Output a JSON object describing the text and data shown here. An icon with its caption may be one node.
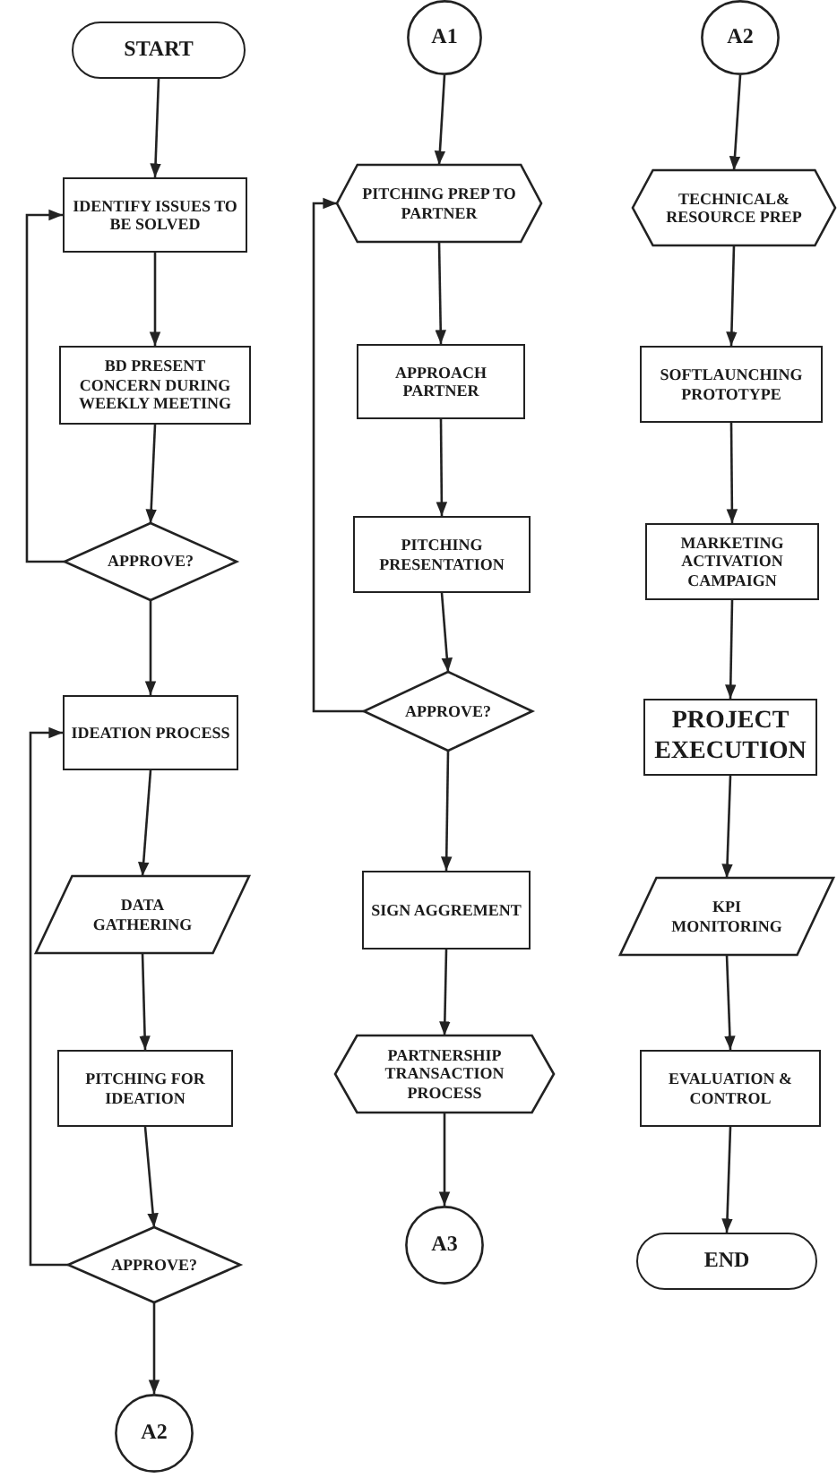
{
  "diagram": {
    "nodes": [
      {
        "text": [
          "START"
        ]
      },
      {
        "text": [
          "IDENTIFY ISSUES TO BE SOLVED"
        ]
      },
      {
        "text": [
          "BD PRESENT CONCERN DURING WEEKLY MEETING"
        ]
      },
      {
        "text": [
          "APPROVE?"
        ]
      },
      {
        "text": [
          "IDEATION PROCESS"
        ]
      },
      {
        "text": [
          "DATA GATHERING"
        ]
      },
      {
        "text": [
          "PITCHING FOR IDEATION"
        ]
      },
      {
        "text": [
          "APPROVE?"
        ]
      },
      {
        "text": [
          "A2"
        ]
      },
      {
        "text": [
          "A1"
        ]
      },
      {
        "text": [
          "PITCHING PREP TO PARTNER"
        ]
      },
      {
        "text": [
          "APPROACH PARTNER"
        ]
      },
      {
        "text": [
          "PITCHING PRESENTATION"
        ]
      },
      {
        "text": [
          "APPROVE?"
        ]
      },
      {
        "text": [
          "SIGN AGGREMENT"
        ]
      },
      {
        "text": [
          "PARTNERSHIP TRANSACTION PROCESS"
        ]
      },
      {
        "text": [
          "A3"
        ]
      },
      {
        "text": [
          "A2"
        ]
      },
      {
        "text": [
          "TECHNICAL& RESOURCE PREP"
        ]
      },
      {
        "text": [
          "SOFTLAUNCHING PROTOTYPE"
        ]
      },
      {
        "text": [
          "MARKETING ACTIVATION CAMPAIGN"
        ]
      },
      {
        "text": [
          "PROJECT EXECUTION"
        ]
      },
      {
        "text": [
          "KPI MONITORING"
        ]
      },
      {
        "text": [
          "EVALUATION & CONTROL"
        ]
      },
      {
        "text": [
          "END"
        ]
      }
    ],
    "edges": [
      {
        "from": 0,
        "to": 1,
        "arrow": "to"
      },
      {
        "from": 1,
        "to": 2,
        "arrow": "to"
      },
      {
        "from": 2,
        "to": 3,
        "arrow": "to"
      },
      {
        "from": 3,
        "to": 1,
        "arrow": "to"
      },
      {
        "from": 3,
        "to": 4,
        "arrow": "to"
      },
      {
        "from": 4,
        "to": 5,
        "arrow": "to"
      },
      {
        "from": 5,
        "to": 6,
        "arrow": "to"
      },
      {
        "from": 6,
        "to": 7,
        "arrow": "to"
      },
      {
        "from": 7,
        "to": 4,
        "arrow": "to"
      },
      {
        "from": 7,
        "to": 8,
        "arrow": "to"
      },
      {
        "from": 9,
        "to": 10,
        "arrow": "to"
      },
      {
        "from": 10,
        "to": 11,
        "arrow": "to"
      },
      {
        "from": 11,
        "to": 12,
        "arrow": "to"
      },
      {
        "from": 12,
        "to": 13,
        "arrow": "to"
      },
      {
        "from": 13,
        "to": 10,
        "arrow": "to"
      },
      {
        "from": 13,
        "to": 14,
        "arrow": "to"
      },
      {
        "from": 14,
        "to": 15,
        "arrow": "to"
      },
      {
        "from": 15,
        "to": 16,
        "arrow": "to"
      },
      {
        "from": 17,
        "to": 18,
        "arrow": "to"
      },
      {
        "from": 18,
        "to": 19,
        "arrow": "to"
      },
      {
        "from": 19,
        "to": 20,
        "arrow": "to"
      },
      {
        "from": 20,
        "to": 21,
        "arrow": "to"
      },
      {
        "from": 21,
        "to": 22,
        "arrow": "to"
      },
      {
        "from": 22,
        "to": 23,
        "arrow": "to"
      },
      {
        "from": 23,
        "to": 24,
        "arrow": "to"
      }
    ]
  }
}
